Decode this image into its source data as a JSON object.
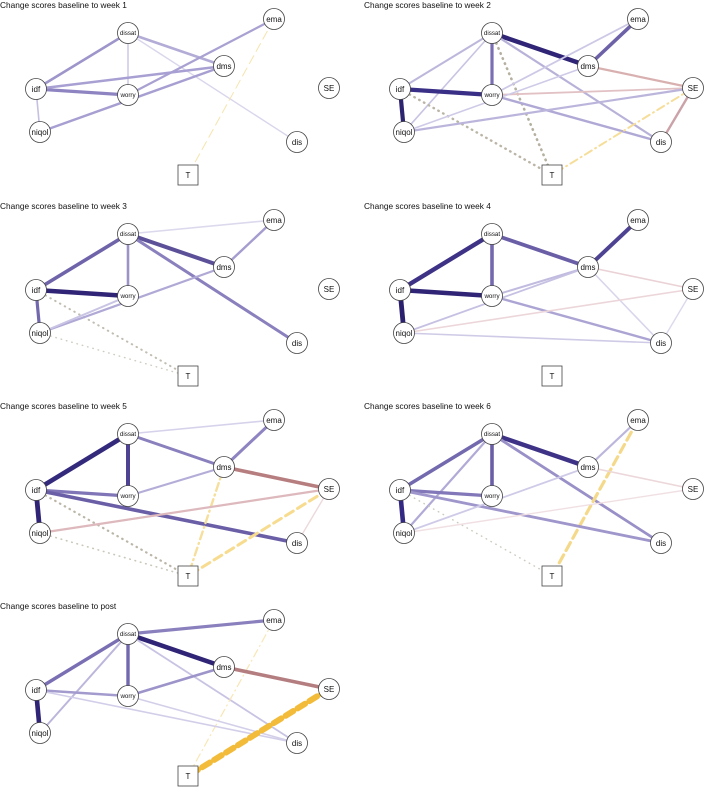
{
  "panels": [
    {
      "title": "Change scores baseline to week 1",
      "nodes": [
        "dissat",
        "ema",
        "dms",
        "idf",
        "worry",
        "SE",
        "niqol",
        "dis",
        "T"
      ],
      "edges": [
        {
          "a": "dissat",
          "b": "dms",
          "color": "#b3acd6",
          "w": 2.6,
          "style": "solid"
        },
        {
          "a": "dissat",
          "b": "dis",
          "color": "#d9d6ec",
          "w": 1.4,
          "style": "solid"
        },
        {
          "a": "dissat",
          "b": "worry",
          "color": "#c8c3e3",
          "w": 1.4,
          "style": "solid"
        },
        {
          "a": "ema",
          "b": "worry",
          "color": "#a9a1d2",
          "w": 2.2,
          "style": "solid"
        },
        {
          "a": "ema",
          "b": "T",
          "color": "#f6e4ad",
          "w": 1.0,
          "style": "dash"
        },
        {
          "a": "idf",
          "b": "dissat",
          "color": "#9e95cb",
          "w": 2.6,
          "style": "solid"
        },
        {
          "a": "idf",
          "b": "worry",
          "color": "#8e84c2",
          "w": 3.2,
          "style": "solid"
        },
        {
          "a": "idf",
          "b": "dms",
          "color": "#a8a0d2",
          "w": 2.4,
          "style": "solid"
        },
        {
          "a": "niqol",
          "b": "dms",
          "color": "#a79fd1",
          "w": 2.4,
          "style": "solid"
        },
        {
          "a": "idf",
          "b": "niqol",
          "color": "#c6c0e2",
          "w": 1.6,
          "style": "solid"
        }
      ]
    },
    {
      "title": "Change scores baseline to week 2",
      "nodes": [
        "dissat",
        "ema",
        "dms",
        "idf",
        "worry",
        "SE",
        "niqol",
        "dis",
        "T"
      ],
      "edges": [
        {
          "a": "dissat",
          "b": "dms",
          "color": "#2f2475",
          "w": 4.6,
          "style": "solid"
        },
        {
          "a": "dissat",
          "b": "dis",
          "color": "#b8b2d9",
          "w": 2.2,
          "style": "solid"
        },
        {
          "a": "dissat",
          "b": "worry",
          "color": "#7a6fb3",
          "w": 3.2,
          "style": "solid"
        },
        {
          "a": "dissat",
          "b": "niqol",
          "color": "#c8c3e3",
          "w": 1.6,
          "style": "solid"
        },
        {
          "a": "dissat",
          "b": "T",
          "color": "#b5b0a0",
          "w": 2.6,
          "style": "dot"
        },
        {
          "a": "ema",
          "b": "dms",
          "color": "#6d62a8",
          "w": 3.6,
          "style": "solid"
        },
        {
          "a": "ema",
          "b": "worry",
          "color": "#cdc8e6",
          "w": 1.8,
          "style": "solid"
        },
        {
          "a": "idf",
          "b": "dissat",
          "color": "#bdb7dc",
          "w": 2.0,
          "style": "solid"
        },
        {
          "a": "idf",
          "b": "worry",
          "color": "#3a2f86",
          "w": 4.2,
          "style": "solid"
        },
        {
          "a": "idf",
          "b": "T",
          "color": "#bbb5a6",
          "w": 2.4,
          "style": "dot"
        },
        {
          "a": "idf",
          "b": "niqol",
          "color": "#2d2470",
          "w": 4.2,
          "style": "solid"
        },
        {
          "a": "dms",
          "b": "SE",
          "color": "#d9b0b0",
          "w": 2.2,
          "style": "solid"
        },
        {
          "a": "worry",
          "b": "SE",
          "color": "#e2c1c4",
          "w": 1.8,
          "style": "solid"
        },
        {
          "a": "worry",
          "b": "dis",
          "color": "#b0a9d6",
          "w": 2.4,
          "style": "solid"
        },
        {
          "a": "niqol",
          "b": "SE",
          "color": "#bbb5dc",
          "w": 2.2,
          "style": "solid"
        },
        {
          "a": "SE",
          "b": "dis",
          "color": "#caa2a8",
          "w": 2.4,
          "style": "solid"
        },
        {
          "a": "SE",
          "b": "T",
          "color": "#f6de9a",
          "w": 2.0,
          "style": "dashdot"
        },
        {
          "a": "niqol",
          "b": "dms",
          "color": "#cfcae7",
          "w": 1.6,
          "style": "solid"
        }
      ]
    },
    {
      "title": "Change scores baseline to week 3",
      "nodes": [
        "dissat",
        "ema",
        "dms",
        "idf",
        "worry",
        "SE",
        "niqol",
        "dis",
        "T"
      ],
      "edges": [
        {
          "a": "dissat",
          "b": "dms",
          "color": "#5c5199",
          "w": 4.0,
          "style": "solid"
        },
        {
          "a": "dissat",
          "b": "ema",
          "color": "#dcd9ed",
          "w": 1.6,
          "style": "solid"
        },
        {
          "a": "dissat",
          "b": "dis",
          "color": "#8a80bd",
          "w": 3.0,
          "style": "solid"
        },
        {
          "a": "dissat",
          "b": "worry",
          "color": "#9c93c9",
          "w": 2.6,
          "style": "solid"
        },
        {
          "a": "ema",
          "b": "dms",
          "color": "#a59dcf",
          "w": 2.4,
          "style": "solid"
        },
        {
          "a": "idf",
          "b": "dissat",
          "color": "#6f64aa",
          "w": 3.6,
          "style": "solid"
        },
        {
          "a": "idf",
          "b": "worry",
          "color": "#2f2475",
          "w": 4.6,
          "style": "solid"
        },
        {
          "a": "idf",
          "b": "niqol",
          "color": "#7268ad",
          "w": 3.2,
          "style": "solid"
        },
        {
          "a": "idf",
          "b": "T",
          "color": "#c2bdb2",
          "w": 2.0,
          "style": "dot"
        },
        {
          "a": "niqol",
          "b": "dms",
          "color": "#b0a9d6",
          "w": 2.2,
          "style": "solid"
        },
        {
          "a": "niqol",
          "b": "worry",
          "color": "#c9c4e4",
          "w": 2.0,
          "style": "solid"
        },
        {
          "a": "niqol",
          "b": "T",
          "color": "#cfcbc0",
          "w": 1.4,
          "style": "dot"
        }
      ]
    },
    {
      "title": "Change scores baseline to week 4",
      "nodes": [
        "dissat",
        "ema",
        "dms",
        "idf",
        "worry",
        "SE",
        "niqol",
        "dis",
        "T"
      ],
      "edges": [
        {
          "a": "dissat",
          "b": "dms",
          "color": "#6a5fa7",
          "w": 3.8,
          "style": "solid"
        },
        {
          "a": "dissat",
          "b": "worry",
          "color": "#7369ae",
          "w": 3.6,
          "style": "solid"
        },
        {
          "a": "ema",
          "b": "dms",
          "color": "#4e4393",
          "w": 4.0,
          "style": "solid"
        },
        {
          "a": "idf",
          "b": "dissat",
          "color": "#3d3285",
          "w": 4.4,
          "style": "solid"
        },
        {
          "a": "idf",
          "b": "worry",
          "color": "#2f2475",
          "w": 4.4,
          "style": "solid"
        },
        {
          "a": "idf",
          "b": "niqol",
          "color": "#2a206e",
          "w": 4.8,
          "style": "solid"
        },
        {
          "a": "dms",
          "b": "SE",
          "color": "#ead2d6",
          "w": 1.6,
          "style": "solid"
        },
        {
          "a": "dms",
          "b": "dis",
          "color": "#d8d5ec",
          "w": 1.6,
          "style": "solid"
        },
        {
          "a": "worry",
          "b": "dms",
          "color": "#c1bbdf",
          "w": 2.0,
          "style": "solid"
        },
        {
          "a": "worry",
          "b": "dis",
          "color": "#aca5d4",
          "w": 2.4,
          "style": "solid"
        },
        {
          "a": "niqol",
          "b": "dms",
          "color": "#c6c0e2",
          "w": 1.8,
          "style": "solid"
        },
        {
          "a": "niqol",
          "b": "SE",
          "color": "#ecd6da",
          "w": 1.6,
          "style": "solid"
        },
        {
          "a": "niqol",
          "b": "dis",
          "color": "#cfcbe7",
          "w": 1.6,
          "style": "solid"
        },
        {
          "a": "SE",
          "b": "dis",
          "color": "#dcd9ed",
          "w": 1.4,
          "style": "solid"
        }
      ]
    },
    {
      "title": "Change scores baseline to week 5",
      "nodes": [
        "dissat",
        "ema",
        "dms",
        "idf",
        "worry",
        "SE",
        "niqol",
        "dis",
        "T"
      ],
      "edges": [
        {
          "a": "dissat",
          "b": "dms",
          "color": "#8a80bd",
          "w": 3.0,
          "style": "solid"
        },
        {
          "a": "dissat",
          "b": "ema",
          "color": "#d6d2eb",
          "w": 1.6,
          "style": "solid"
        },
        {
          "a": "dissat",
          "b": "worry",
          "color": "#4e4393",
          "w": 4.0,
          "style": "solid"
        },
        {
          "a": "ema",
          "b": "dms",
          "color": "#8e84c2",
          "w": 3.0,
          "style": "solid"
        },
        {
          "a": "idf",
          "b": "dissat",
          "color": "#342a7c",
          "w": 4.6,
          "style": "solid"
        },
        {
          "a": "idf",
          "b": "worry",
          "color": "#8075b6",
          "w": 3.2,
          "style": "solid"
        },
        {
          "a": "idf",
          "b": "dis",
          "color": "#6a5fa7",
          "w": 3.6,
          "style": "solid"
        },
        {
          "a": "idf",
          "b": "niqol",
          "color": "#2f2475",
          "w": 4.8,
          "style": "solid"
        },
        {
          "a": "idf",
          "b": "T",
          "color": "#bbb6a8",
          "w": 2.2,
          "style": "dot"
        },
        {
          "a": "worry",
          "b": "dms",
          "color": "#b4add8",
          "w": 2.2,
          "style": "solid"
        },
        {
          "a": "dms",
          "b": "SE",
          "color": "#b77e80",
          "w": 3.6,
          "style": "solid"
        },
        {
          "a": "dms",
          "b": "T",
          "color": "#f6df9c",
          "w": 2.4,
          "style": "dashdot"
        },
        {
          "a": "niqol",
          "b": "SE",
          "color": "#ddb8bc",
          "w": 2.2,
          "style": "solid"
        },
        {
          "a": "niqol",
          "b": "T",
          "color": "#cac6ba",
          "w": 1.6,
          "style": "dot"
        },
        {
          "a": "SE",
          "b": "dis",
          "color": "#ecd9dc",
          "w": 1.4,
          "style": "solid"
        },
        {
          "a": "SE",
          "b": "T",
          "color": "#f7dc90",
          "w": 3.0,
          "style": "dash"
        }
      ]
    },
    {
      "title": "Change scores baseline to week 6",
      "nodes": [
        "dissat",
        "ema",
        "dms",
        "idf",
        "worry",
        "SE",
        "niqol",
        "dis",
        "T"
      ],
      "edges": [
        {
          "a": "dissat",
          "b": "dms",
          "color": "#3d3285",
          "w": 4.4,
          "style": "solid"
        },
        {
          "a": "dissat",
          "b": "worry",
          "color": "#6a5fa7",
          "w": 3.6,
          "style": "solid"
        },
        {
          "a": "dissat",
          "b": "dis",
          "color": "#9990c7",
          "w": 2.8,
          "style": "solid"
        },
        {
          "a": "dissat",
          "b": "niqol",
          "color": "#b1aad6",
          "w": 2.2,
          "style": "solid"
        },
        {
          "a": "ema",
          "b": "dms",
          "color": "#bcb6dc",
          "w": 2.2,
          "style": "solid"
        },
        {
          "a": "ema",
          "b": "T",
          "color": "#f5d98a",
          "w": 3.2,
          "style": "dash"
        },
        {
          "a": "idf",
          "b": "dissat",
          "color": "#7369ae",
          "w": 3.6,
          "style": "solid"
        },
        {
          "a": "idf",
          "b": "worry",
          "color": "#8277b8",
          "w": 3.2,
          "style": "solid"
        },
        {
          "a": "idf",
          "b": "dis",
          "color": "#9f96cb",
          "w": 2.8,
          "style": "solid"
        },
        {
          "a": "idf",
          "b": "niqol",
          "color": "#332983",
          "w": 4.6,
          "style": "solid"
        },
        {
          "a": "idf",
          "b": "T",
          "color": "#cdc9bd",
          "w": 1.4,
          "style": "dot"
        },
        {
          "a": "dms",
          "b": "SE",
          "color": "#ecd7da",
          "w": 1.6,
          "style": "solid"
        },
        {
          "a": "niqol",
          "b": "dms",
          "color": "#cfcae7",
          "w": 1.8,
          "style": "solid"
        },
        {
          "a": "niqol",
          "b": "SE",
          "color": "#f0e0e3",
          "w": 1.4,
          "style": "solid"
        }
      ]
    },
    {
      "title": "Change scores baseline to post",
      "nodes": [
        "dissat",
        "ema",
        "dms",
        "idf",
        "worry",
        "SE",
        "niqol",
        "dis",
        "T"
      ],
      "edges": [
        {
          "a": "dissat",
          "b": "ema",
          "color": "#8a80bd",
          "w": 3.2,
          "style": "solid"
        },
        {
          "a": "dissat",
          "b": "dms",
          "color": "#2f2475",
          "w": 4.6,
          "style": "solid"
        },
        {
          "a": "dissat",
          "b": "worry",
          "color": "#7268ad",
          "w": 3.4,
          "style": "solid"
        },
        {
          "a": "dissat",
          "b": "dis",
          "color": "#c8c3e3",
          "w": 1.8,
          "style": "solid"
        },
        {
          "a": "dissat",
          "b": "niqol",
          "color": "#bcb6dc",
          "w": 2.0,
          "style": "solid"
        },
        {
          "a": "ema",
          "b": "T",
          "color": "#f8e6b5",
          "w": 1.2,
          "style": "dashdot"
        },
        {
          "a": "idf",
          "b": "dissat",
          "color": "#7a6fb3",
          "w": 3.4,
          "style": "solid"
        },
        {
          "a": "idf",
          "b": "worry",
          "color": "#a39bce",
          "w": 2.6,
          "style": "solid"
        },
        {
          "a": "idf",
          "b": "dis",
          "color": "#d2cee9",
          "w": 1.6,
          "style": "solid"
        },
        {
          "a": "idf",
          "b": "niqol",
          "color": "#2f2475",
          "w": 4.6,
          "style": "solid"
        },
        {
          "a": "dms",
          "b": "SE",
          "color": "#b47e80",
          "w": 3.6,
          "style": "solid"
        },
        {
          "a": "dms",
          "b": "worry",
          "color": "#9d94ca",
          "w": 2.6,
          "style": "solid"
        },
        {
          "a": "worry",
          "b": "dis",
          "color": "#d3cfe9",
          "w": 1.6,
          "style": "solid"
        },
        {
          "a": "SE",
          "b": "T",
          "color": "#f2bc3a",
          "w": 6.0,
          "style": "dash"
        }
      ]
    }
  ]
}
